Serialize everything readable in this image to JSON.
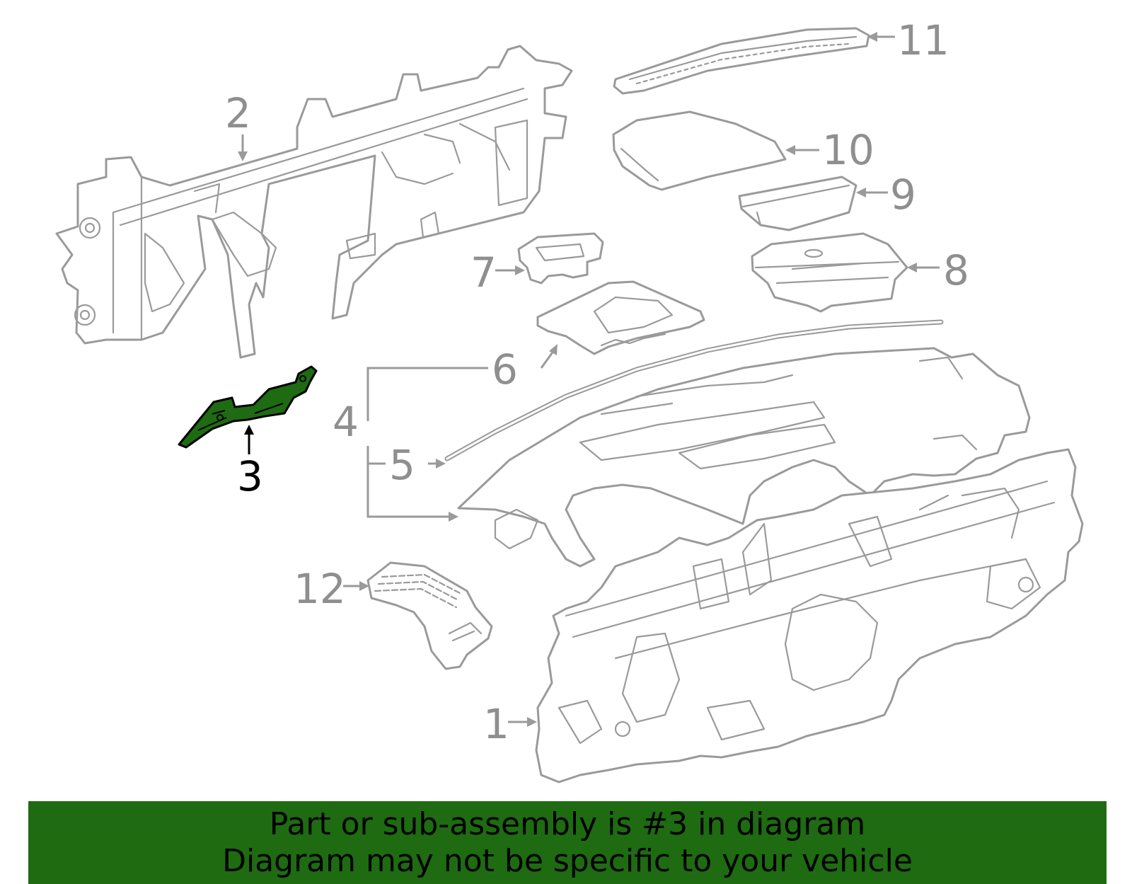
{
  "callouts": {
    "c1": "1",
    "c2": "2",
    "c3": "3",
    "c4": "4",
    "c5": "5",
    "c6": "6",
    "c7": "7",
    "c8": "8",
    "c9": "9",
    "c10": "10",
    "c11": "11",
    "c12": "12"
  },
  "highlight_part": "3",
  "colors": {
    "outline": "#9a9a9a",
    "highlight_fill": "#1e6b12",
    "banner_bg": "#1e6b12",
    "text": "#000000"
  },
  "banner": {
    "line1": "Part or sub-assembly is #3 in diagram",
    "line2": "Diagram may not be specific to your vehicle"
  }
}
